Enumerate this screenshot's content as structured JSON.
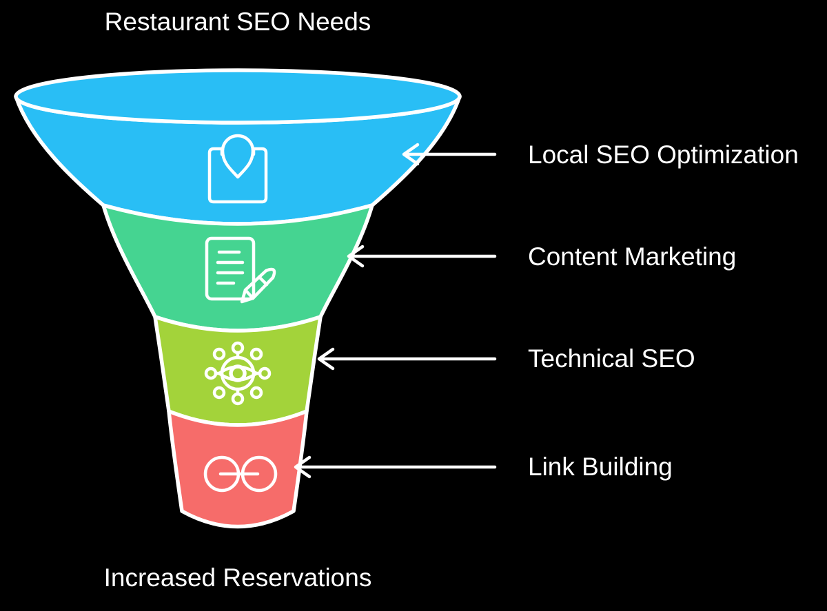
{
  "title": "Restaurant SEO Needs",
  "footer": "Increased Reservations",
  "background": "#000000",
  "outline_color": "#ffffff",
  "stages": [
    {
      "label": "Local SEO Optimization",
      "color": "#29bef5",
      "icon": "map-pin-icon"
    },
    {
      "label": "Content Marketing",
      "color": "#45d491",
      "icon": "document-pencil-icon"
    },
    {
      "label": "Technical SEO",
      "color": "#a3d33a",
      "icon": "eye-network-icon"
    },
    {
      "label": "Link Building",
      "color": "#f66c6a",
      "icon": "chain-link-icon"
    }
  ],
  "chart_data": {
    "type": "funnel",
    "title": "Restaurant SEO Needs",
    "outcome_label": "Increased Reservations",
    "stages": [
      "Local SEO Optimization",
      "Content Marketing",
      "Technical SEO",
      "Link Building"
    ],
    "colors": [
      "#29bef5",
      "#45d491",
      "#a3d33a",
      "#f66c6a"
    ],
    "direction": "top-to-bottom",
    "background": "#000000"
  }
}
